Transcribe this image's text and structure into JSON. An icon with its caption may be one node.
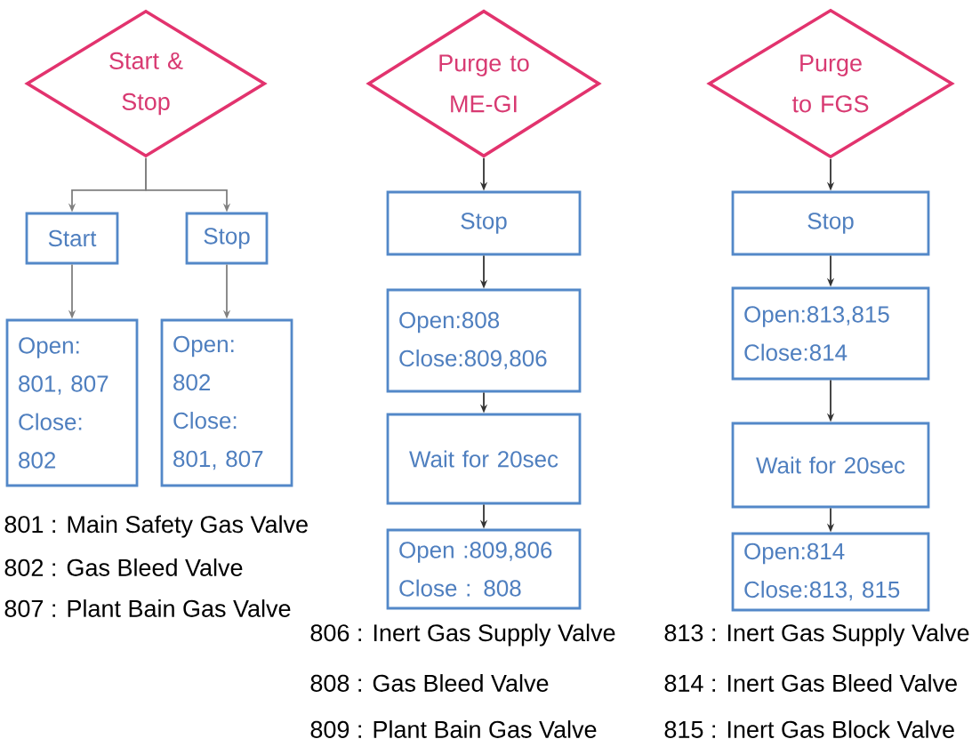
{
  "diagram": {
    "nodes": [
      {
        "text": [
          "Start & Stop"
        ]
      },
      {
        "text": [
          "Start"
        ]
      },
      {
        "text": [
          "Stop"
        ]
      },
      {
        "text": [
          "Open: 801, 807",
          "Close: 802"
        ]
      },
      {
        "text": [
          "Open: 802",
          "Close: 801, 807"
        ]
      },
      {
        "text": [
          "Purge to ME-GI"
        ]
      },
      {
        "text": [
          "Stop"
        ]
      },
      {
        "text": [
          "Open:808",
          "Close:809,806"
        ]
      },
      {
        "text": [
          "Wait for 20sec"
        ]
      },
      {
        "text": [
          "Open :809,806",
          "Close : 808"
        ]
      },
      {
        "text": [
          "Purge to FGS"
        ]
      },
      {
        "text": [
          "Stop"
        ]
      },
      {
        "text": [
          "Open:813,815",
          "Close:814"
        ]
      },
      {
        "text": [
          "Wait for 20sec"
        ]
      },
      {
        "text": [
          "Open:814",
          "Close:813, 815"
        ]
      }
    ],
    "edges": [
      {
        "from": 0,
        "to": 1,
        "arrow": "to",
        "color": "#808080"
      },
      {
        "from": 0,
        "to": 2,
        "arrow": "to",
        "color": "#808080"
      },
      {
        "from": 1,
        "to": 3,
        "arrow": "to",
        "color": "#808080"
      },
      {
        "from": 2,
        "to": 4,
        "arrow": "to",
        "color": "#808080"
      },
      {
        "from": 5,
        "to": 6,
        "arrow": "to"
      },
      {
        "from": 6,
        "to": 7,
        "arrow": "to"
      },
      {
        "from": 7,
        "to": 8,
        "arrow": "to"
      },
      {
        "from": 8,
        "to": 9,
        "arrow": "to"
      },
      {
        "from": 10,
        "to": 11,
        "arrow": "to"
      },
      {
        "from": 11,
        "to": 12,
        "arrow": "to"
      },
      {
        "from": 12,
        "to": 13,
        "arrow": "to"
      },
      {
        "from": 13,
        "to": 14,
        "arrow": "to"
      }
    ],
    "labels": [
      "801 : Main Safety Gas Valve",
      "802 : Gas Bleed Valve",
      "807 : Plant Bain Gas Valve",
      "806 : Inert Gas Supply Valve",
      "813 : Inert Gas Supply Valve",
      "808 : Gas Bleed Valve",
      "814 : Inert Gas Bleed Valve",
      "809 : Plant Bain Gas Valve",
      "815 : Inert Gas Block Valve"
    ]
  }
}
